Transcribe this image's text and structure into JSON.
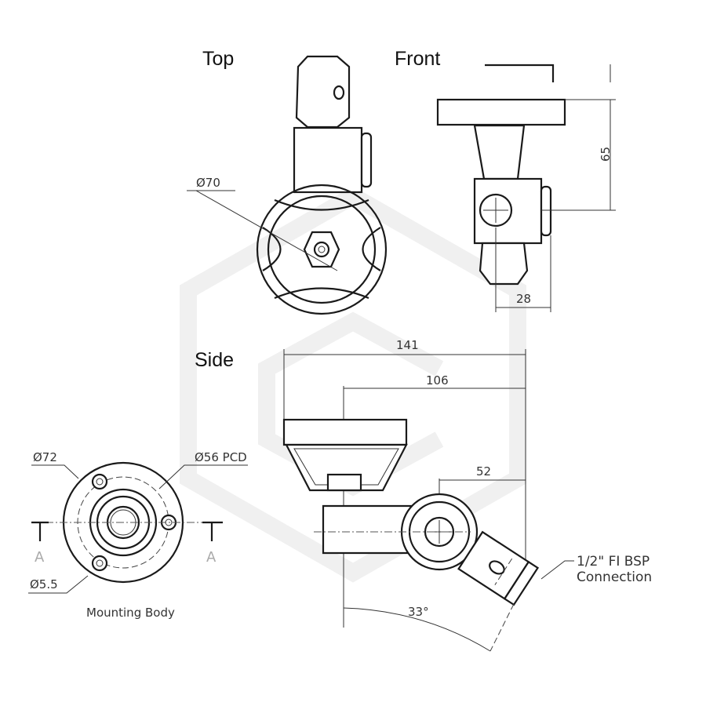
{
  "views": {
    "top": "Top",
    "front": "Front",
    "side": "Side"
  },
  "dimensions": {
    "top_diameter": "Ø70",
    "front_height": "65",
    "front_depth": "28",
    "side_overall": "141",
    "side_mid": "106",
    "side_arm": "52",
    "side_angle": "33°"
  },
  "mounting_body": {
    "title": "Mounting Body",
    "outer_diameter": "Ø72",
    "pcd": "Ø56 PCD",
    "hole_diameter": "Ø5.5",
    "section_left": "A",
    "section_right": "A"
  },
  "connection": {
    "line1": "1/2\" FI BSP",
    "line2": "Connection"
  },
  "colors": {
    "line": "#1a1a1a",
    "text": "#333333",
    "watermark": "#f2f2f2"
  }
}
